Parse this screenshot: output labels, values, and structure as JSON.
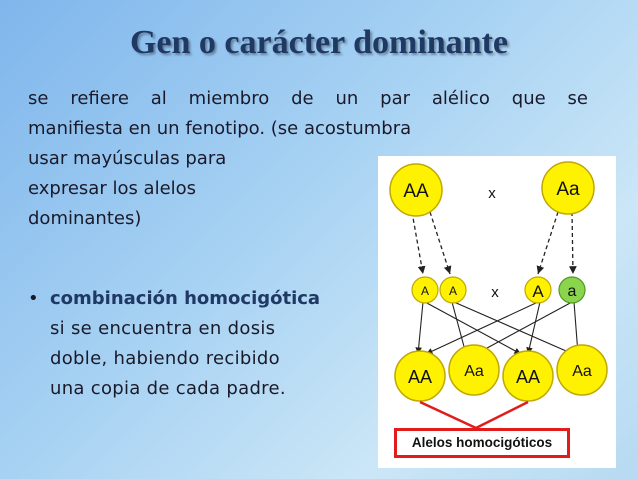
{
  "title": "Gen o carácter dominante",
  "definition": {
    "line1": "se refiere al miembro de un par alélico que se",
    "line2": "manifiesta en un fenotipo. (se acostumbra",
    "line3": "usar mayúsculas para",
    "line4": "expresar los alelos",
    "line5": "dominantes)"
  },
  "bullet": {
    "marker": "•",
    "keyword": "combinación homocigótica",
    "line2": "si se encuentra en dosis",
    "line3": "doble, habiendo recibido",
    "line4": "una copia de cada padre."
  },
  "diagram": {
    "parent_left": "AA",
    "parent_right": "Aa",
    "cross_symbol": "x",
    "gamete_1": "A",
    "gamete_2": "A",
    "gamete_3": "A",
    "gamete_4": "a",
    "offspring_1": "AA",
    "offspring_2": "Aa",
    "offspring_3": "AA",
    "offspring_4": "Aa",
    "caption": "Alelos homocigóticos",
    "colors": {
      "yellow": "#fff200",
      "green": "#8bd44e",
      "red_bracket": "#e21b1b"
    }
  }
}
